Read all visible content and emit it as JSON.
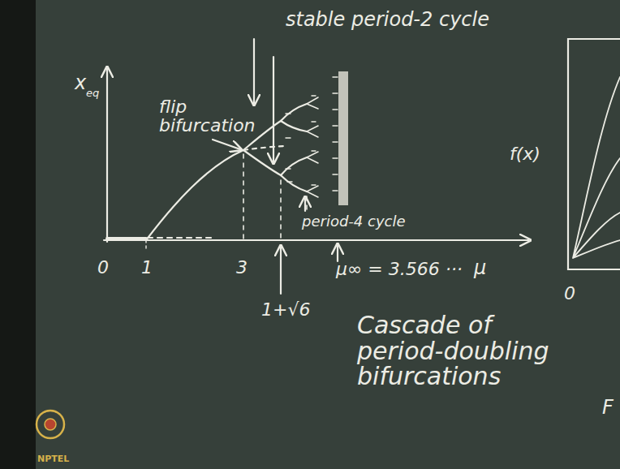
{
  "diagram": {
    "labels": [
      "stable period-2 cycle",
      "x",
      "eq",
      "flip bifurcation",
      "f(x)",
      "period-4 cycle",
      "0",
      "1",
      "3",
      "μ∞ = 3.566 ···",
      "μ",
      "1+√6",
      "Cascade of period-doubling bifurcations",
      "0",
      "F",
      "NPTEL"
    ]
  }
}
